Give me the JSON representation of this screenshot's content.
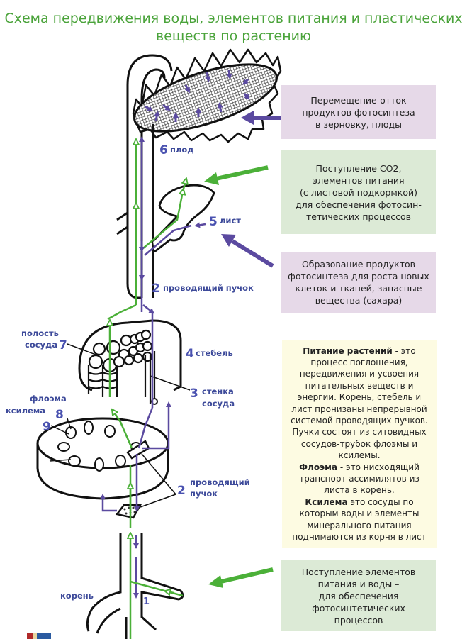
{
  "title": {
    "line1": "Схема передвижения воды, элементов питания  и пластических",
    "line2": "веществ по растению"
  },
  "colors": {
    "title_green": "#4aa33a",
    "arrow_green": "#4bb038",
    "arrow_purple": "#5b4aa0",
    "label_blue": "#3d4a9a",
    "box_purple": "#e6d9e8",
    "box_green": "#dcead6",
    "box_yellow": "#fdfbe2"
  },
  "boxes": {
    "outflow": {
      "lines": [
        "Перемещение-отток",
        "продуктов фотосинтеза",
        "в зерновку, плоды"
      ]
    },
    "co2": {
      "lines": [
        "Поступление СО2,",
        "элементов питания",
        "(с листовой подкормкой)",
        "для обеспечения фотосин-",
        "тетических процессов"
      ]
    },
    "products": {
      "lines": [
        "Образование продуктов",
        "фотосинтеза для роста новых",
        "клеток и тканей, запасные",
        "вещества (сахара)"
      ]
    },
    "nutrition": {
      "term1": "Питание растений",
      "line1_rest": " - это",
      "lines_a": [
        "процесс поглощения,",
        "передвижения и усвоения",
        "питательных веществ и",
        "энергии. Корень, стебель и",
        "лист пронизаны непрерывной",
        "системой проводящих пучков.",
        "Пучки состоят из ситовидных",
        "сосудов-трубок флоэмы и",
        "ксилемы."
      ],
      "term2": "Флоэма",
      "term2_rest": " - это нисходящий",
      "lines_b": [
        "транспорт ассимилятов из",
        "листа в корень."
      ],
      "term3": "Ксилема",
      "term3_rest": " это сосуды по",
      "lines_c": [
        "которым воды и элементы",
        "минерального питания",
        "поднимаются из корня в лист"
      ]
    },
    "water": {
      "lines": [
        "Поступление элементов",
        "питания и воды –",
        "для обеспечения",
        "фотосинтетических",
        "процессов"
      ]
    }
  },
  "labels": {
    "fruit": {
      "num": "6",
      "text": "плод"
    },
    "leaf": {
      "num": "5",
      "text": "лист"
    },
    "bundle_top": {
      "num": "2",
      "text": "проводящий пучок"
    },
    "cavity": {
      "num": "7",
      "text1": "полость",
      "text2": "сосуда"
    },
    "stem": {
      "num": "4",
      "text": "стебель"
    },
    "wall": {
      "num": "3",
      "text1": "стенка",
      "text2": "сосуда"
    },
    "phloem": {
      "num": "8",
      "text": "флоэма"
    },
    "xylem": {
      "num": "9",
      "text": "ксилема"
    },
    "bundle_bottom": {
      "num": "2",
      "text1": "проводящий",
      "text2": "пучок"
    },
    "root": {
      "num": "1",
      "text": "корень"
    }
  },
  "icons": {
    "arrow_in_green": "arrow-left-green",
    "arrow_in_purple": "arrow-left-purple"
  }
}
